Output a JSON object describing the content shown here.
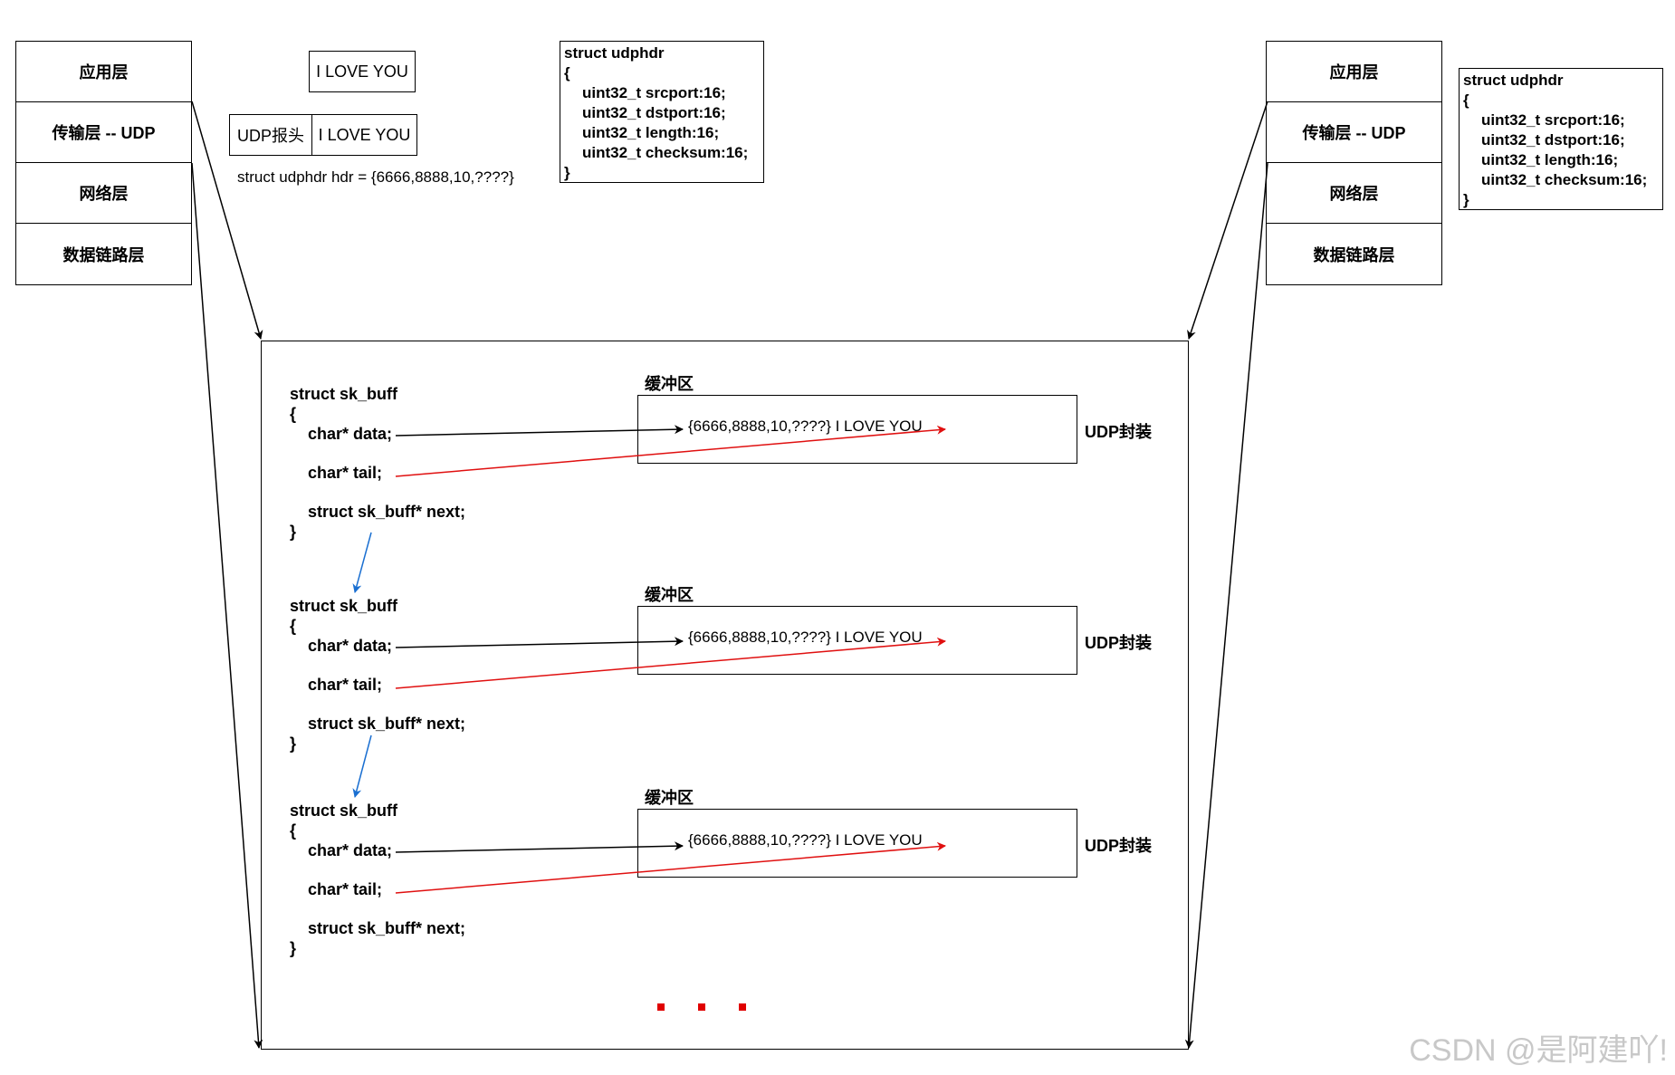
{
  "left_stack": {
    "layers": [
      "应用层",
      "传输层 -- UDP",
      "网络层",
      "数据链路层"
    ]
  },
  "right_stack": {
    "layers": [
      "应用层",
      "传输层 -- UDP",
      "网络层",
      "数据链路层"
    ]
  },
  "payload_box": {
    "text": "I LOVE YOU"
  },
  "packet": {
    "header": "UDP报头",
    "payload": "I LOVE YOU"
  },
  "hdr_assign": "struct udphdr hdr = {6666,8888,10,????}",
  "udphdr_struct": {
    "open_line": "struct udphdr",
    "brace_open": "{",
    "fields": [
      "uint32_t srcport:16;",
      "uint32_t dstport:16;",
      "uint32_t length:16;",
      "uint32_t checksum:16;"
    ],
    "brace_close": "}"
  },
  "sk_buff": {
    "title": "struct sk_buff",
    "brace_open": "{",
    "data_field": "char* data;",
    "tail_field": "char* tail;",
    "next_field": "struct sk_buff* next;",
    "brace_close": "}"
  },
  "buffers": [
    {
      "label": "缓冲区",
      "content": "{6666,8888,10,????}  I LOVE YOU",
      "encap_label": "UDP封装"
    },
    {
      "label": "缓冲区",
      "content": "{6666,8888,10,????}  I LOVE YOU",
      "encap_label": "UDP封装"
    },
    {
      "label": "缓冲区",
      "content": "{6666,8888,10,????}  I LOVE YOU",
      "encap_label": "UDP封装"
    }
  ],
  "colors": {
    "data_arrow": "#000000",
    "tail_arrow": "#e01010",
    "next_arrow": "#1a6fd1",
    "ellipsis": "#e00000"
  },
  "watermark": "CSDN @是阿建吖!"
}
